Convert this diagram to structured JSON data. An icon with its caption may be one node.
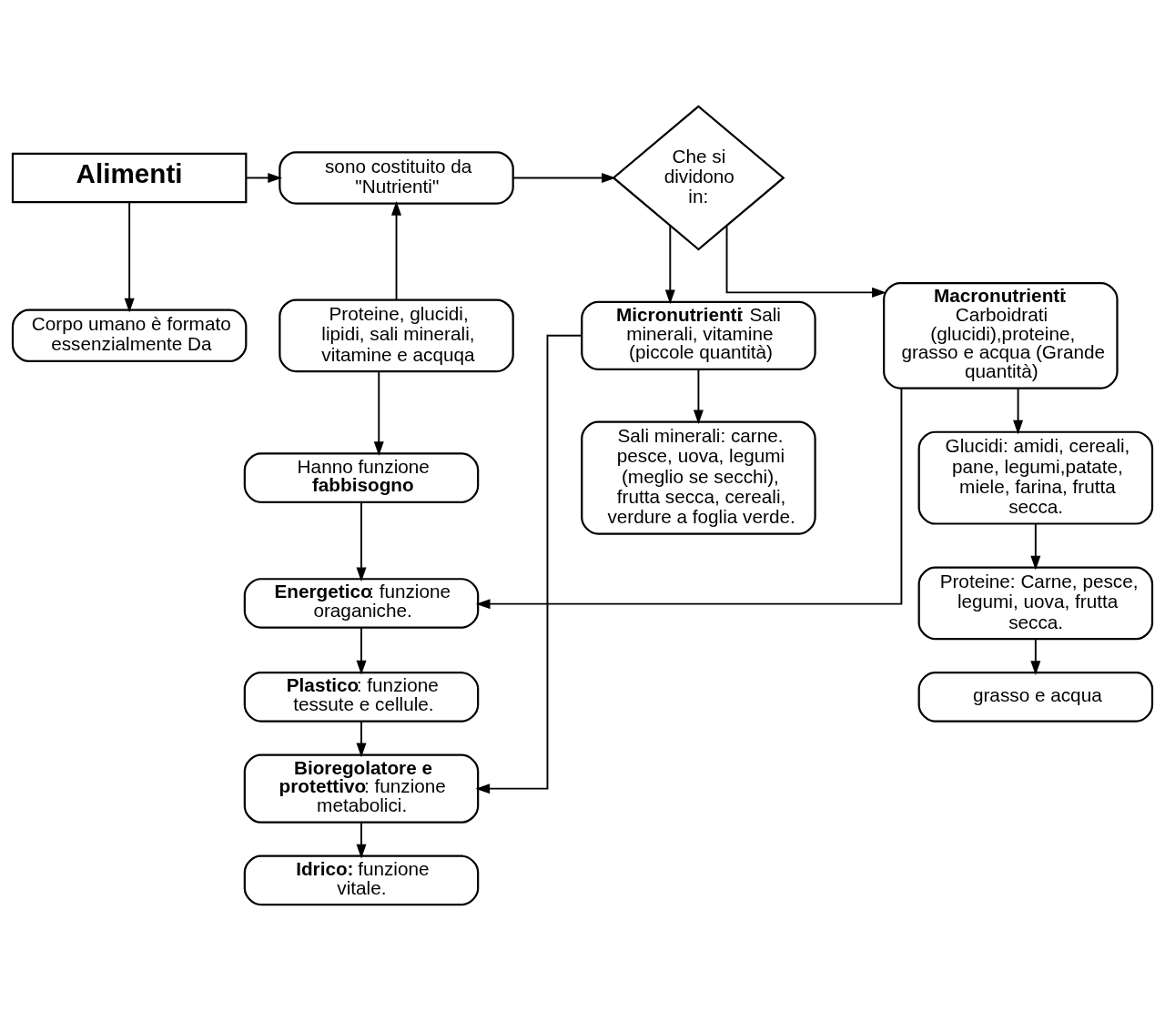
{
  "diagram": {
    "nodes": [
      {
        "text": [
          "Alimenti"
        ]
      },
      {
        "text": [
          "Corpo umano è formato essenzialmente Da"
        ]
      },
      {
        "text": [
          "sono costituito da \"Nutrienti\""
        ]
      },
      {
        "text": [
          "Che si dividono in:"
        ]
      },
      {
        "text": [
          "Proteine, glucidi, lipidi, sali minerali, vitamine e acquqa"
        ]
      },
      {
        "text": [
          "Hanno funzione **fabbisogno**"
        ]
      },
      {
        "text": [
          "**Energetico**: funzione oraganiche."
        ]
      },
      {
        "text": [
          "**Plastico**: funzione tessute e cellule."
        ]
      },
      {
        "text": [
          "**Bioregolatore e protettivo**: funzione metabolici."
        ]
      },
      {
        "text": [
          "**Idrico:** funzione vitale."
        ]
      },
      {
        "text": [
          "**Micronutrienti**: Sali minerali, vitamine (piccole quantità)"
        ]
      },
      {
        "text": [
          "**Macronutrienti**: Carboidrati (glucidi),proteine, grasso e acqua (Grande quantità)"
        ]
      },
      {
        "text": [
          "Sali minerali: carne. pesce, uova, legumi (meglio se secchi), frutta secca, cereali, verdure a foglia verde."
        ]
      },
      {
        "text": [
          "Glucidi: amidi, cereali, pane, legumi,patate, miele, farina, frutta secca."
        ]
      },
      {
        "text": [
          "Proteine: Carne, pesce, legumi, uova, frutta secca."
        ]
      },
      {
        "text": [
          "grasso e acqua"
        ]
      }
    ],
    "edges": [
      {
        "from": 0,
        "to": 2,
        "arrow": "to"
      },
      {
        "from": 4,
        "to": 2,
        "arrow": "to"
      },
      {
        "from": 2,
        "to": 3,
        "arrow": "to"
      },
      {
        "from": 0,
        "to": 1,
        "arrow": "to"
      },
      {
        "from": 3,
        "to": 10,
        "arrow": "to"
      },
      {
        "from": 3,
        "to": 11,
        "arrow": "to"
      },
      {
        "from": 4,
        "to": 5,
        "arrow": "to"
      },
      {
        "from": 5,
        "to": 6,
        "arrow": "to"
      },
      {
        "from": 6,
        "to": 7,
        "arrow": "to"
      },
      {
        "from": 7,
        "to": 8,
        "arrow": "to"
      },
      {
        "from": 8,
        "to": 9,
        "arrow": "to"
      },
      {
        "from": 11,
        "to": 6,
        "arrow": "to"
      },
      {
        "from": 10,
        "to": 8,
        "arrow": "to"
      },
      {
        "from": 10,
        "to": 12,
        "arrow": "to"
      },
      {
        "from": 11,
        "to": 13,
        "arrow": "to"
      },
      {
        "from": 13,
        "to": 14,
        "arrow": "to"
      },
      {
        "from": 14,
        "to": 15,
        "arrow": "to"
      }
    ]
  }
}
